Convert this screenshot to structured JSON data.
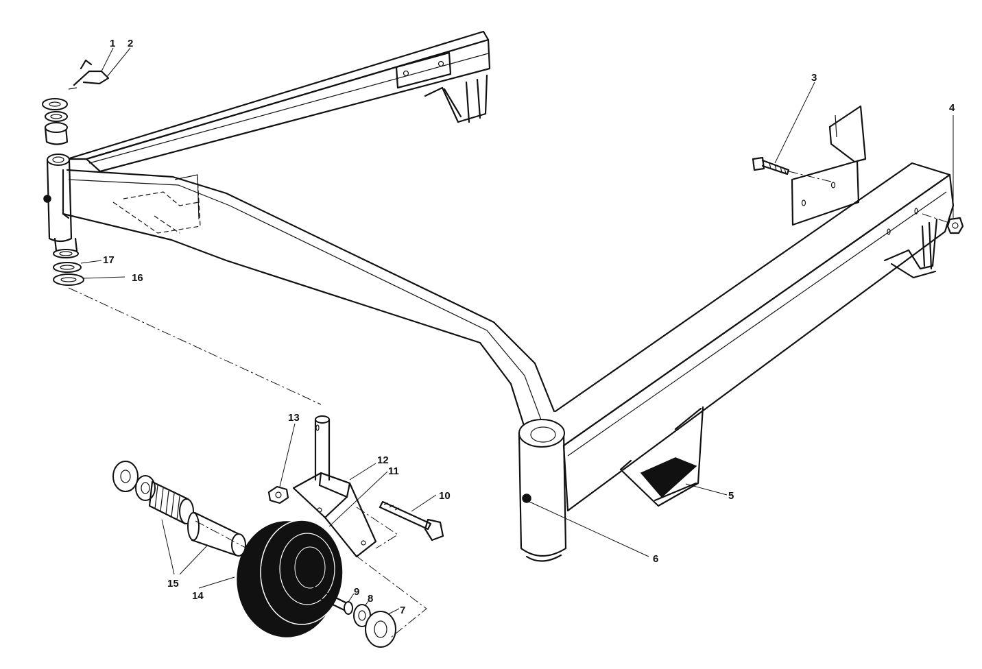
{
  "callouts": [
    "1",
    "2",
    "3",
    "4",
    "5",
    "6",
    "7",
    "8",
    "9",
    "10",
    "11",
    "12",
    "13",
    "14",
    "15",
    "16",
    "17"
  ],
  "colors": {
    "ink": "#111111",
    "paper": "#ffffff"
  }
}
